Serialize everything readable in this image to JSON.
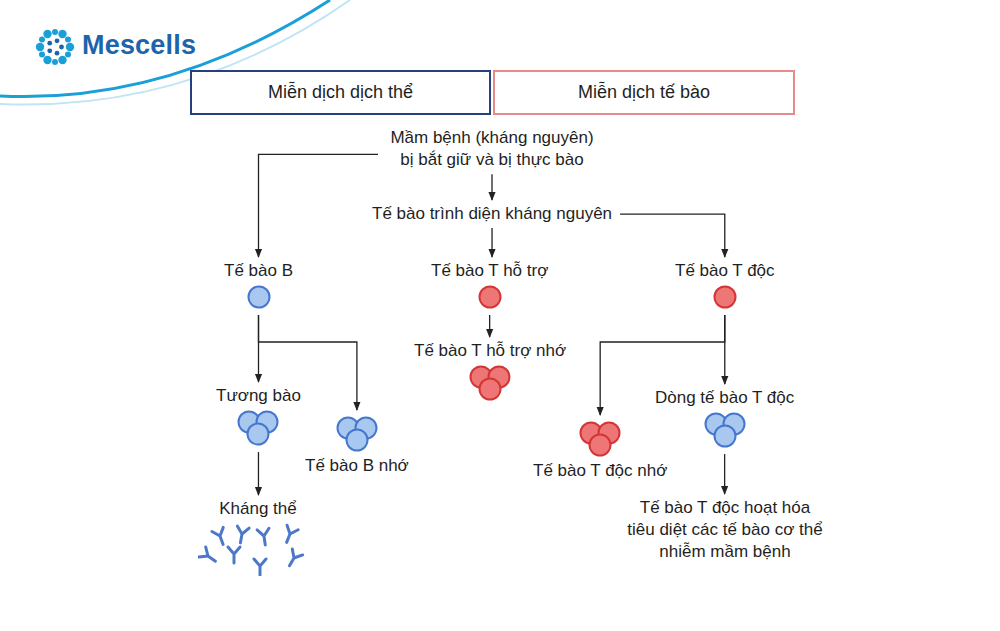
{
  "diagram": {
    "nodes": [
      {
        "text": [
          "Miễn dịch dịch thể"
        ]
      },
      {
        "text": [
          "Miễn dịch tế bào"
        ]
      },
      {
        "text": [
          "Mầm bệnh (kháng nguyên) bị bắt giữ và bị thực bào"
        ]
      },
      {
        "text": [
          "Tế bào trình diện kháng nguyên"
        ]
      },
      {
        "text": [
          "Tế bào B"
        ]
      },
      {
        "text": [
          "Tế bào T hỗ trợ"
        ]
      },
      {
        "text": [
          "Tế bào T độc"
        ]
      },
      {
        "text": [
          "Tế bào T hỗ trợ nhớ"
        ]
      },
      {
        "text": [
          "Tương bào"
        ]
      },
      {
        "text": [
          "Tế bào B nhớ"
        ]
      },
      {
        "text": [
          "Dòng tế bào T độc"
        ]
      },
      {
        "text": [
          "Tế bào T độc nhớ"
        ]
      },
      {
        "text": [
          "Kháng thể"
        ]
      },
      {
        "text": [
          "Tế bào T độc hoạt hóa tiêu diệt các tế bào cơ thể nhiễm mầm bệnh"
        ]
      }
    ],
    "edges": [
      {
        "from": 2,
        "to": 4,
        "arrow": "to"
      },
      {
        "from": 2,
        "to": 3,
        "arrow": "to"
      },
      {
        "from": 3,
        "to": 5,
        "arrow": "to"
      },
      {
        "from": 3,
        "to": 6,
        "arrow": "to"
      },
      {
        "from": 4,
        "to": 8,
        "arrow": "to"
      },
      {
        "from": 4,
        "to": 9,
        "arrow": "to"
      },
      {
        "from": 5,
        "to": 7,
        "arrow": "to"
      },
      {
        "from": 6,
        "to": 10,
        "arrow": "to"
      },
      {
        "from": 6,
        "to": 11,
        "arrow": "to"
      },
      {
        "from": 8,
        "to": 12,
        "arrow": "to"
      },
      {
        "from": 10,
        "to": 13,
        "arrow": "to"
      }
    ],
    "labels": [
      "Mescells"
    ]
  }
}
